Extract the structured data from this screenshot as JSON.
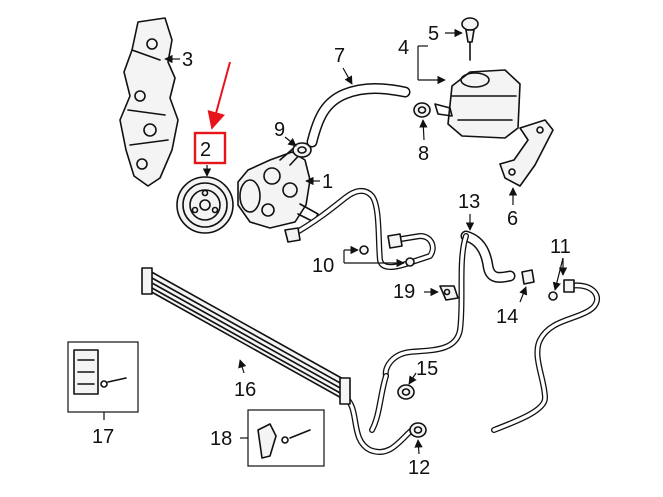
{
  "callouts": {
    "c1": "1",
    "c2": "2",
    "c3": "3",
    "c4": "4",
    "c5": "5",
    "c6": "6",
    "c7": "7",
    "c8": "8",
    "c9": "9",
    "c10": "10",
    "c11": "11",
    "c12": "12",
    "c13": "13",
    "c14": "14",
    "c15": "15",
    "c16": "16",
    "c17": "17",
    "c18": "18",
    "c19": "19"
  },
  "colors": {
    "highlight": "#e8141b",
    "line": "#111111"
  }
}
